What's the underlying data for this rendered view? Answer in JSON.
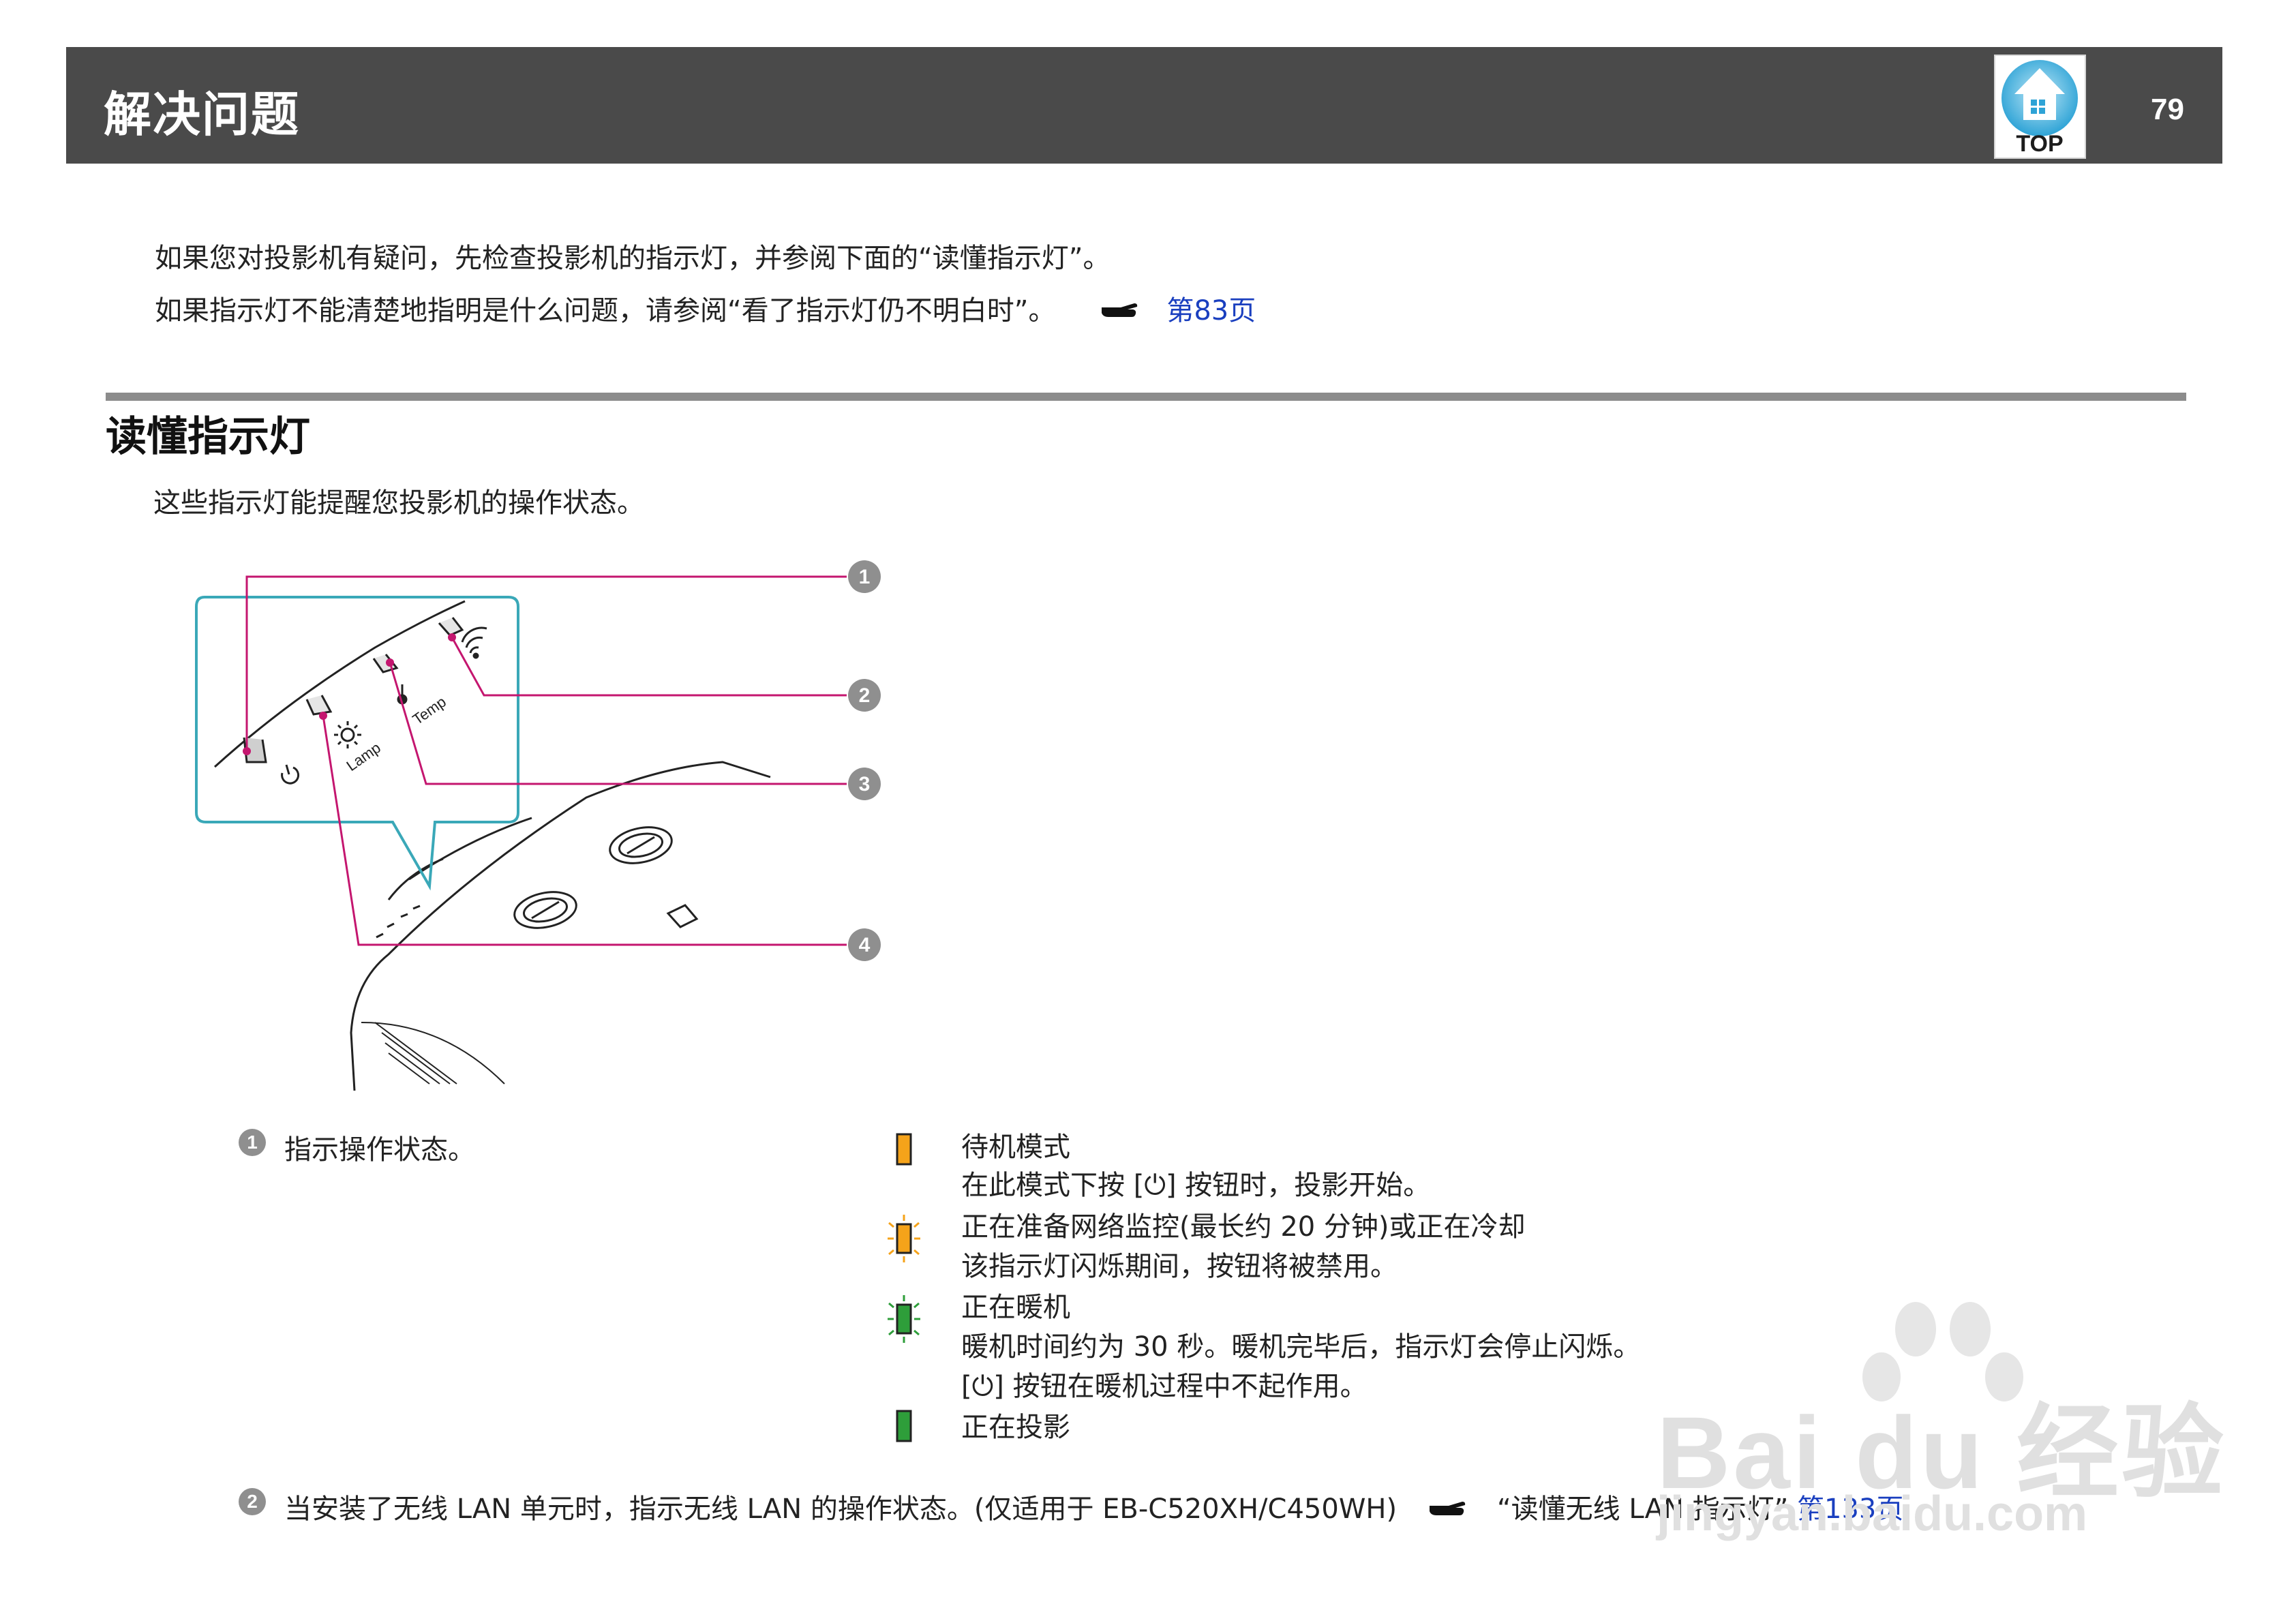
{
  "header": {
    "title": "解决问题",
    "page_number": "79",
    "top_button_label": "TOP"
  },
  "intro": {
    "line1": "如果您对投影机有疑问，先检查投影机的指示灯，并参阅下面的“读懂指示灯”。",
    "line2": "如果指示灯不能清楚地指明是什么问题，请参阅“看了指示灯仍不明白时”。",
    "line2_link": "第83页"
  },
  "section": {
    "title": "读懂指示灯",
    "desc": "这些指示灯能提醒您投影机的操作状态。"
  },
  "diagram": {
    "callouts": [
      "1",
      "2",
      "3",
      "4"
    ],
    "labels": {
      "lamp": "Lamp",
      "temp": "Temp"
    }
  },
  "items": {
    "item1": {
      "num": "1",
      "text": "指示操作状态。"
    },
    "item2": {
      "num": "2",
      "text": "当安装了无线 LAN 单元时，指示无线 LAN 的操作状态。(仅适用于 EB-C520XH/C450WH)",
      "ref_text": "“读懂无线 LAN 指示灯”",
      "link": "第133页"
    }
  },
  "statuses": [
    {
      "color": "#f5a31a",
      "blinking": false,
      "title": "待机模式",
      "lines": [
        "在此模式下按 [⏻] 按钮时，投影开始。"
      ]
    },
    {
      "color": "#f5a31a",
      "blinking": true,
      "title": "正在准备网络监控(最长约 20 分钟)或正在冷却",
      "lines": [
        "该指示灯闪烁期间，按钮将被禁用。"
      ]
    },
    {
      "color": "#2e9e3a",
      "blinking": true,
      "title": "正在暖机",
      "lines": [
        "暖机时间约为 30 秒。暖机完毕后，指示灯会停止闪烁。",
        "[⏻] 按钮在暖机过程中不起作用。"
      ]
    },
    {
      "color": "#2e9e3a",
      "blinking": false,
      "title": "正在投影",
      "lines": []
    }
  ],
  "colors": {
    "header_bg": "#4a4a4a",
    "rule": "#8c8c8c",
    "callout_line": "#c4166f",
    "zoom_frame": "#3aa8b8",
    "link": "#1a3fbf"
  },
  "icons": {
    "hand_pointer": "hand-pointer-icon",
    "top_house": "home-icon"
  },
  "watermark": {
    "brand": "Bai du 经验",
    "url": "jingyan.baidu.com"
  }
}
